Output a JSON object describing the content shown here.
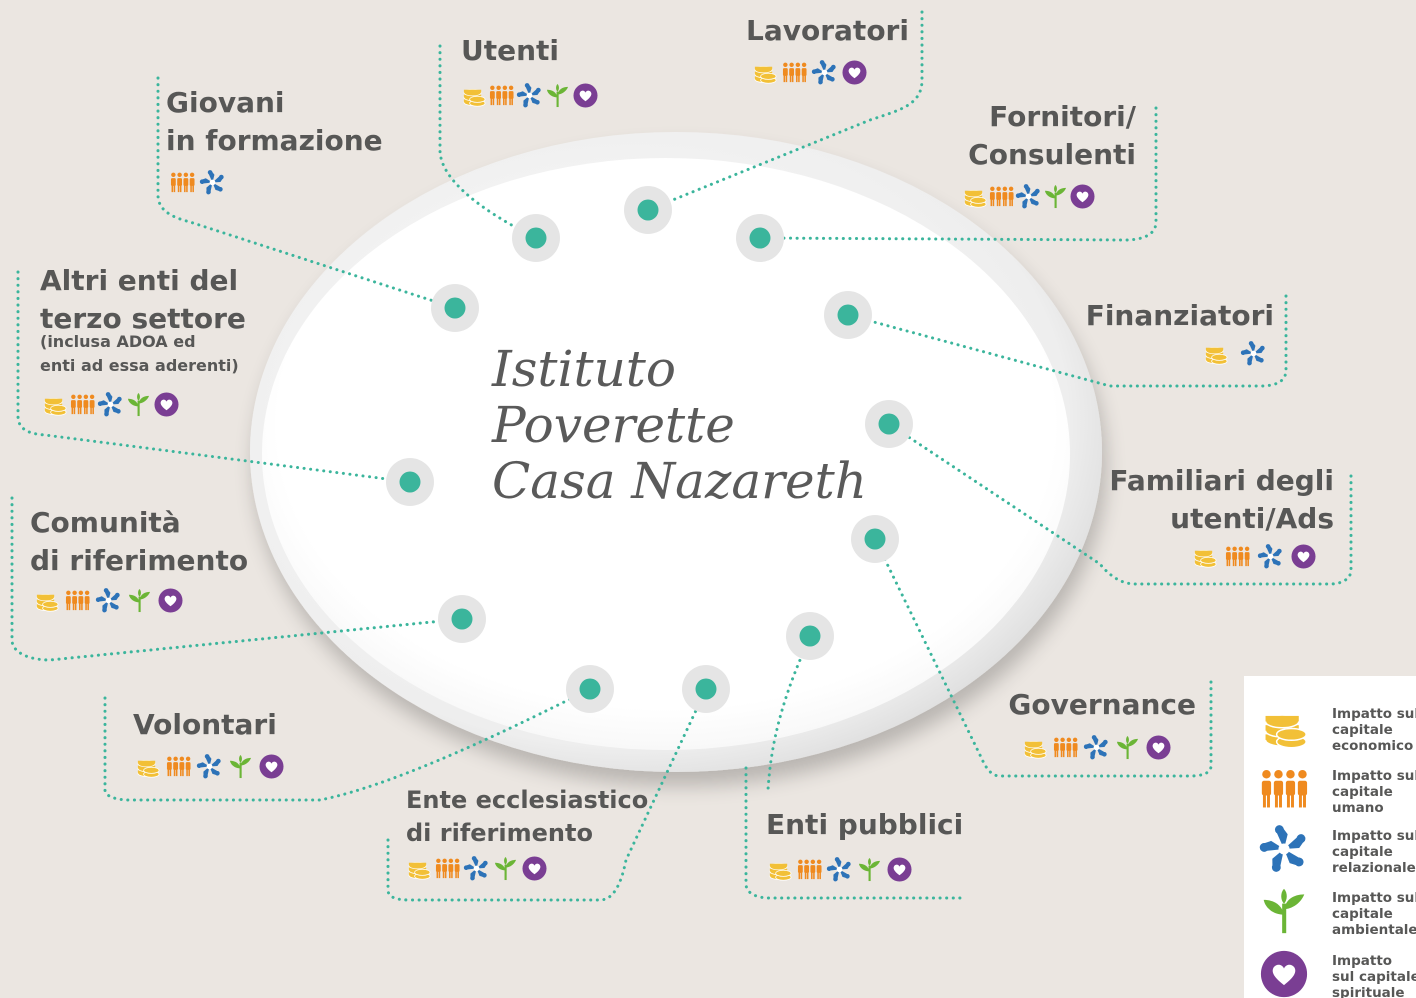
{
  "center": {
    "line1": "Istituto",
    "line2": "Poverette",
    "line3": "Casa Nazareth"
  },
  "colors": {
    "background": "#ebe6e1",
    "dot": "#3bb59c",
    "dot_light": "#5ec3b1",
    "connector": "#3bb59c",
    "label": "#575756",
    "center_text": "#5a5a5a",
    "economico": "#f2c037",
    "umano": "#ef8a1f",
    "relazionale": "#2d73b8",
    "ambientale": "#6bb536",
    "spirituale": "#7a3e93"
  },
  "stakeholders": [
    {
      "id": "utenti",
      "lines": [
        "Utenti"
      ],
      "icons": [
        "coins-icon",
        "people-icon",
        "hands-icon",
        "plant-icon",
        "heart-icon"
      ]
    },
    {
      "id": "lavoratori",
      "lines": [
        "Lavoratori"
      ],
      "icons": [
        "coins-icon",
        "people-icon",
        "hands-icon",
        "heart-icon"
      ]
    },
    {
      "id": "fornitori",
      "lines": [
        "Fornitori/",
        "Consulenti"
      ],
      "icons": [
        "coins-icon",
        "people-icon",
        "hands-icon",
        "plant-icon",
        "heart-icon"
      ]
    },
    {
      "id": "giovani",
      "lines": [
        "Giovani",
        "in formazione"
      ],
      "icons": [
        "people-icon",
        "hands-icon"
      ]
    },
    {
      "id": "altri-enti",
      "lines": [
        "Altri enti del",
        "terzo settore"
      ],
      "sub": [
        "(inclusa ADOA ed",
        "enti ad essa aderenti)"
      ],
      "icons": [
        "coins-icon",
        "people-icon",
        "hands-icon",
        "plant-icon",
        "heart-icon"
      ]
    },
    {
      "id": "finanziatori",
      "lines": [
        "Finanziatori"
      ],
      "icons": [
        "coins-icon",
        "hands-icon"
      ]
    },
    {
      "id": "familiari",
      "lines": [
        "Familiari degli",
        "utenti/Ads"
      ],
      "icons": [
        "coins-icon",
        "people-icon",
        "hands-icon",
        "heart-icon"
      ]
    },
    {
      "id": "comunita",
      "lines": [
        "Comunità",
        "di riferimento"
      ],
      "icons": [
        "coins-icon",
        "people-icon",
        "hands-icon",
        "plant-icon",
        "heart-icon"
      ]
    },
    {
      "id": "volontari",
      "lines": [
        "Volontari"
      ],
      "icons": [
        "coins-icon",
        "people-icon",
        "hands-icon",
        "plant-icon",
        "heart-icon"
      ]
    },
    {
      "id": "governance",
      "lines": [
        "Governance"
      ],
      "icons": [
        "coins-icon",
        "people-icon",
        "hands-icon",
        "plant-icon",
        "heart-icon"
      ]
    },
    {
      "id": "ente-ecclesiastico",
      "lines": [
        "Ente ecclesiastico",
        "di riferimento"
      ],
      "icons": [
        "coins-icon",
        "people-icon",
        "hands-icon",
        "plant-icon",
        "heart-icon"
      ]
    },
    {
      "id": "enti-pubblici",
      "lines": [
        "Enti pubblici"
      ],
      "icons": [
        "coins-icon",
        "people-icon",
        "hands-icon",
        "plant-icon",
        "heart-icon"
      ]
    }
  ],
  "legend": [
    {
      "icon": "coins-icon",
      "lines": [
        "Impatto sul",
        "capitale",
        "economico"
      ]
    },
    {
      "icon": "people-icon",
      "lines": [
        "Impatto sul",
        "capitale",
        "umano"
      ]
    },
    {
      "icon": "hands-icon",
      "lines": [
        "Impatto sul",
        "capitale",
        "relazionale"
      ]
    },
    {
      "icon": "plant-icon",
      "lines": [
        "Impatto sul",
        "capitale",
        "ambientale"
      ]
    },
    {
      "icon": "heart-icon",
      "lines": [
        "Impatto",
        "sul capitale",
        "spirituale"
      ]
    }
  ]
}
